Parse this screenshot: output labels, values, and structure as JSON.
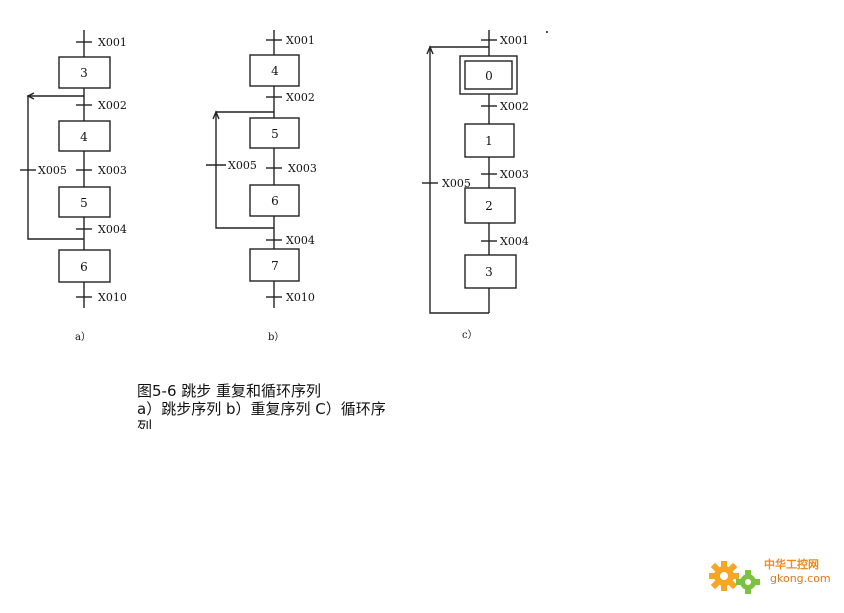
{
  "diagrams": [
    {
      "sub_label": "a）",
      "steps": [
        "3",
        "4",
        "5",
        "6"
      ],
      "conditions": [
        "X001",
        "X002",
        "X003",
        "X004",
        "X010"
      ],
      "jump_condition": "X005"
    },
    {
      "sub_label": "b）",
      "steps": [
        "4",
        "5",
        "6",
        "7"
      ],
      "conditions": [
        "X001",
        "X002",
        "X003",
        "X004",
        "X010"
      ],
      "jump_condition": "X005"
    },
    {
      "sub_label": "c）",
      "steps": [
        "0",
        "1",
        "2",
        "3"
      ],
      "conditions": [
        "X001",
        "X002",
        "X003",
        "X004"
      ],
      "jump_condition": "X005"
    }
  ],
  "caption": {
    "line1": "图5-6    跳步  重复和循环序列",
    "line2": "a）跳步序列  b）重复序列  C）循环序",
    "line3": "列"
  },
  "watermark": {
    "brand": "中华工控网",
    "url": "gkong.com",
    "icon": "gear-icon"
  },
  "colors": {
    "line": "#222222",
    "watermark": "#f08a1a"
  }
}
